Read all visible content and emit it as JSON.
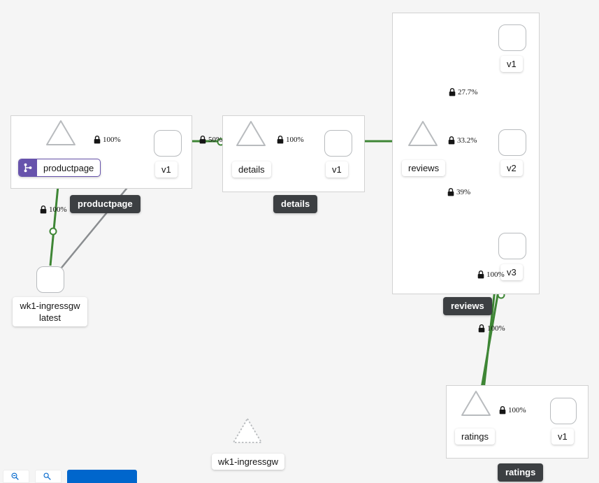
{
  "graph": {
    "type": "service-mesh-topology",
    "background_color": "#f5f5f5",
    "edge_color": "#3e8635",
    "idle_edge_color": "#8a8d90",
    "box_border_color": "#d2d2d2",
    "node_border_color": "#b8bbbe",
    "tooltip_bg_color": "#3c3f42",
    "virtual_service_color": "#6753ac"
  },
  "boxes": [
    {
      "id": "box-productpage",
      "label": "productpage"
    },
    {
      "id": "box-details",
      "label": "details"
    },
    {
      "id": "box-reviews",
      "label": "reviews"
    },
    {
      "id": "box-ratings",
      "label": "ratings"
    }
  ],
  "nodes": {
    "productpage_service": {
      "label": "productpage",
      "kind": "service",
      "badge": "virtual-service"
    },
    "productpage_v1": {
      "label": "v1",
      "kind": "workload"
    },
    "details_service": {
      "label": "details",
      "kind": "service"
    },
    "details_v1": {
      "label": "v1",
      "kind": "workload"
    },
    "reviews_service": {
      "label": "reviews",
      "kind": "service"
    },
    "reviews_v1": {
      "label": "v1",
      "kind": "workload"
    },
    "reviews_v2": {
      "label": "v2",
      "kind": "workload"
    },
    "reviews_v3": {
      "label": "v3",
      "kind": "workload"
    },
    "ratings_service": {
      "label": "ratings",
      "kind": "service"
    },
    "ratings_v1": {
      "label": "v1",
      "kind": "workload"
    },
    "ingressgw": {
      "label_line1": "wk1-ingressgw",
      "label_line2": "latest",
      "kind": "workload"
    },
    "ingressgw_idle": {
      "label": "wk1-ingressgw",
      "kind": "service",
      "state": "idle"
    }
  },
  "edges": [
    {
      "id": "edge-ingressgw-productpage",
      "label": "100%",
      "mtls": true,
      "source": "ingressgw",
      "target": "productpage_service"
    },
    {
      "id": "edge-productpage-v1",
      "label": "100%",
      "mtls": true,
      "source": "productpage_service",
      "target": "productpage_v1"
    },
    {
      "id": "edge-ingressgw-productpage-v1-idle",
      "label": "",
      "mtls": false,
      "source": "ingressgw",
      "target": "productpage_v1",
      "state": "idle"
    },
    {
      "id": "edge-productpagev1-details",
      "label": "50%",
      "mtls": true,
      "source": "productpage_v1",
      "target": "details_service"
    },
    {
      "id": "edge-details-v1",
      "label": "100%",
      "mtls": true,
      "source": "details_service",
      "target": "details_v1"
    },
    {
      "id": "edge-detailsv1-reviews",
      "label": "",
      "mtls": false,
      "source": "details_v1",
      "target": "reviews_service"
    },
    {
      "id": "edge-reviews-v1",
      "label": "27.7%",
      "mtls": true,
      "source": "reviews_service",
      "target": "reviews_v1"
    },
    {
      "id": "edge-reviews-v2",
      "label": "33.2%",
      "mtls": true,
      "source": "reviews_service",
      "target": "reviews_v2"
    },
    {
      "id": "edge-reviews-v3",
      "label": "39%",
      "mtls": true,
      "source": "reviews_service",
      "target": "reviews_v3"
    },
    {
      "id": "edge-reviewsv2-ratings",
      "label": "100%",
      "mtls": true,
      "source": "reviews_v2",
      "target": "ratings_service"
    },
    {
      "id": "edge-reviewsv3-ratings",
      "label": "100%",
      "mtls": true,
      "source": "reviews_v3",
      "target": "ratings_service"
    },
    {
      "id": "edge-ratings-v1",
      "label": "100%",
      "mtls": true,
      "source": "ratings_service",
      "target": "ratings_v1"
    }
  ],
  "toolbar": {
    "zoom_out_label": "",
    "fit_label": "",
    "primary_label": ""
  }
}
